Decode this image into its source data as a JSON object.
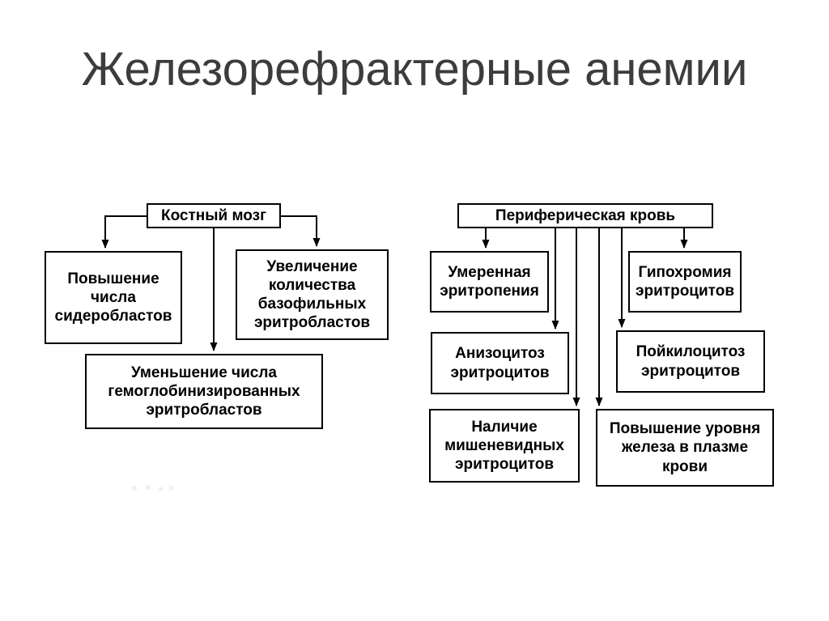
{
  "slide": {
    "title": "Железорефрактерные анемии",
    "background_color": "#ffffff",
    "title_color": "#3c3c3c"
  },
  "diagram": {
    "colors": {
      "line": "#000000",
      "box_border": "#000000",
      "box_text": "#000000",
      "box_fill": "#ffffff"
    },
    "left": {
      "root": "Костный мозг",
      "children": {
        "sideroblasts": "Повышение\nчисла\nсидеробластов",
        "basophilic": "Увеличение\nколичества\nбазофильных\nэритробластов",
        "hemoglobinized": "Уменьшение числа\nгемоглобинизированных\nэритробластов"
      }
    },
    "right": {
      "root": "Периферическая кровь",
      "children": {
        "erythropenia": "Умеренная\nэритропения",
        "hypochromia": "Гипохромия\nэритроцитов",
        "anisocytosis": "Анизоцитоз\nэритроцитов",
        "poikilocytosis": "Пойкилоцитоз\nэритроцитов",
        "target_cells": "Наличие\nмишеневидных\nэритроцитов",
        "iron_level": "Повышение уровня\nжелеза в плазме\nкрови"
      }
    }
  }
}
